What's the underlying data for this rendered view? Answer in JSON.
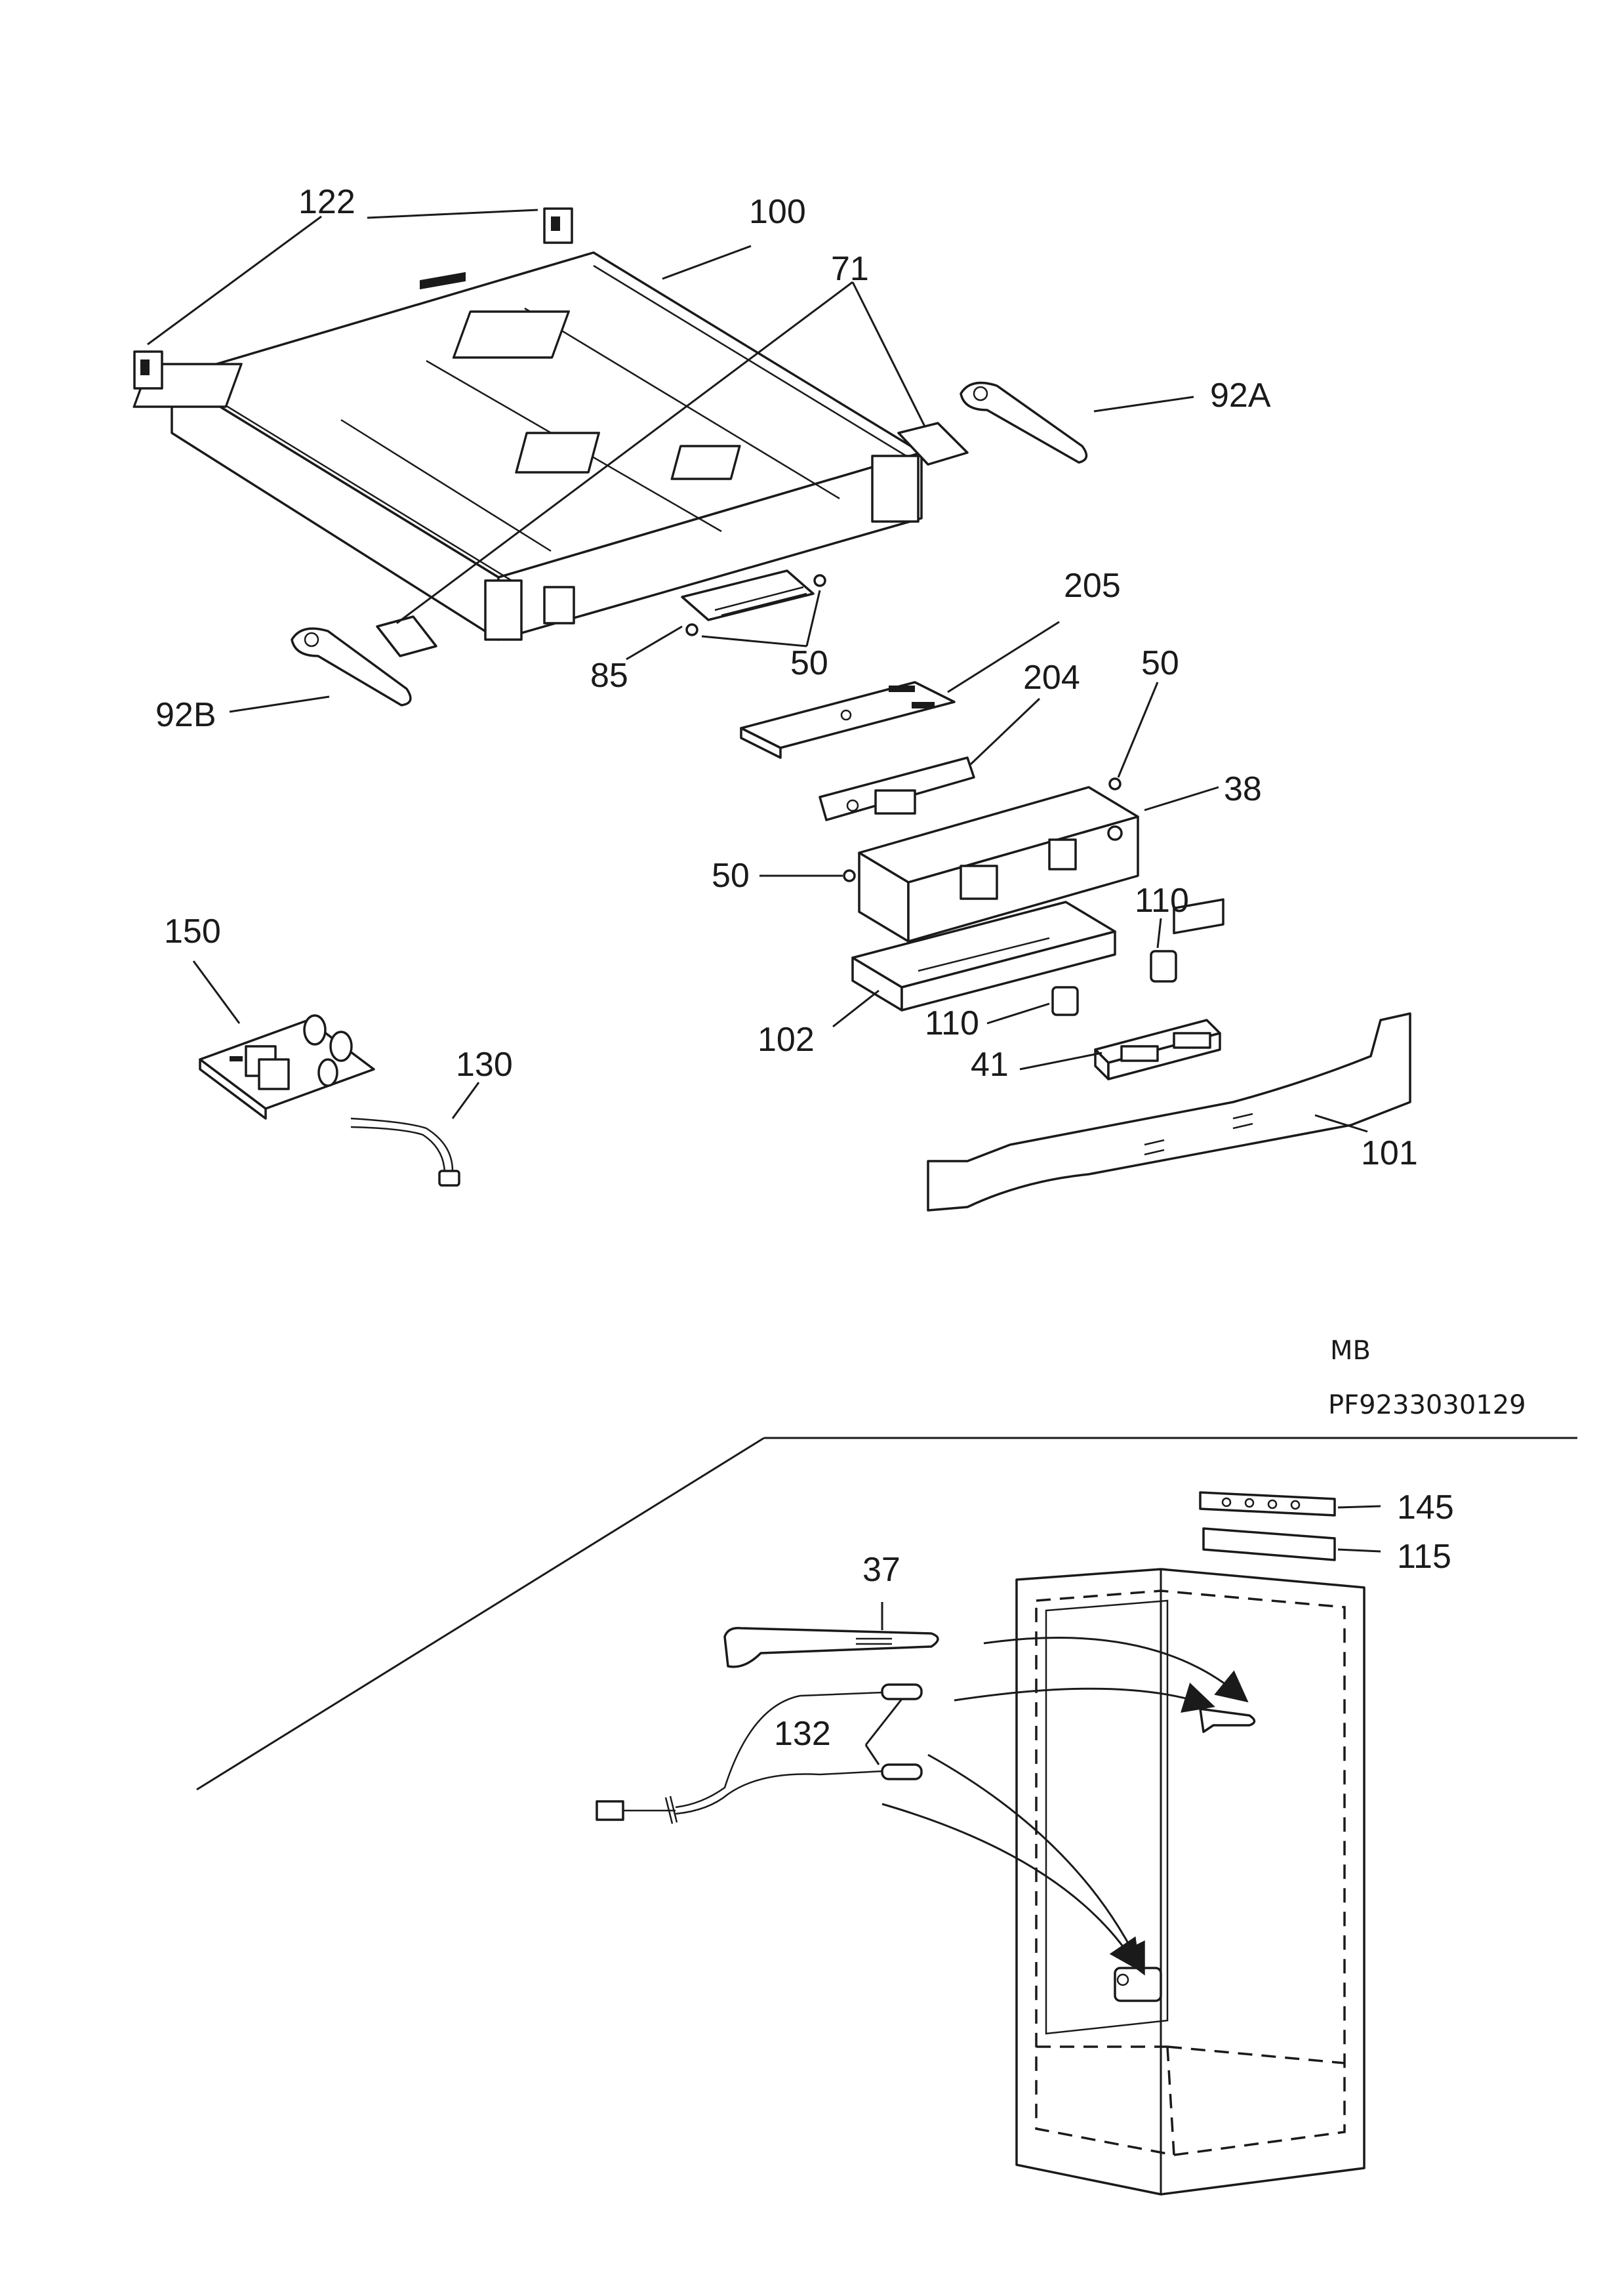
{
  "meta": {
    "variant": "MB",
    "part_number": "PF9233030129"
  },
  "labels": {
    "p122": "122",
    "p100": "100",
    "p71": "71",
    "p92A": "92A",
    "p92B": "92B",
    "p85": "85",
    "p50a": "50",
    "p205": "205",
    "p204": "204",
    "p50b": "50",
    "p38": "38",
    "p50c": "50",
    "p150": "150",
    "p110a": "110",
    "p110b": "110",
    "p102": "102",
    "p41": "41",
    "p130": "130",
    "p101": "101",
    "p145": "145",
    "p115": "115",
    "p37": "37",
    "p132": "132"
  }
}
